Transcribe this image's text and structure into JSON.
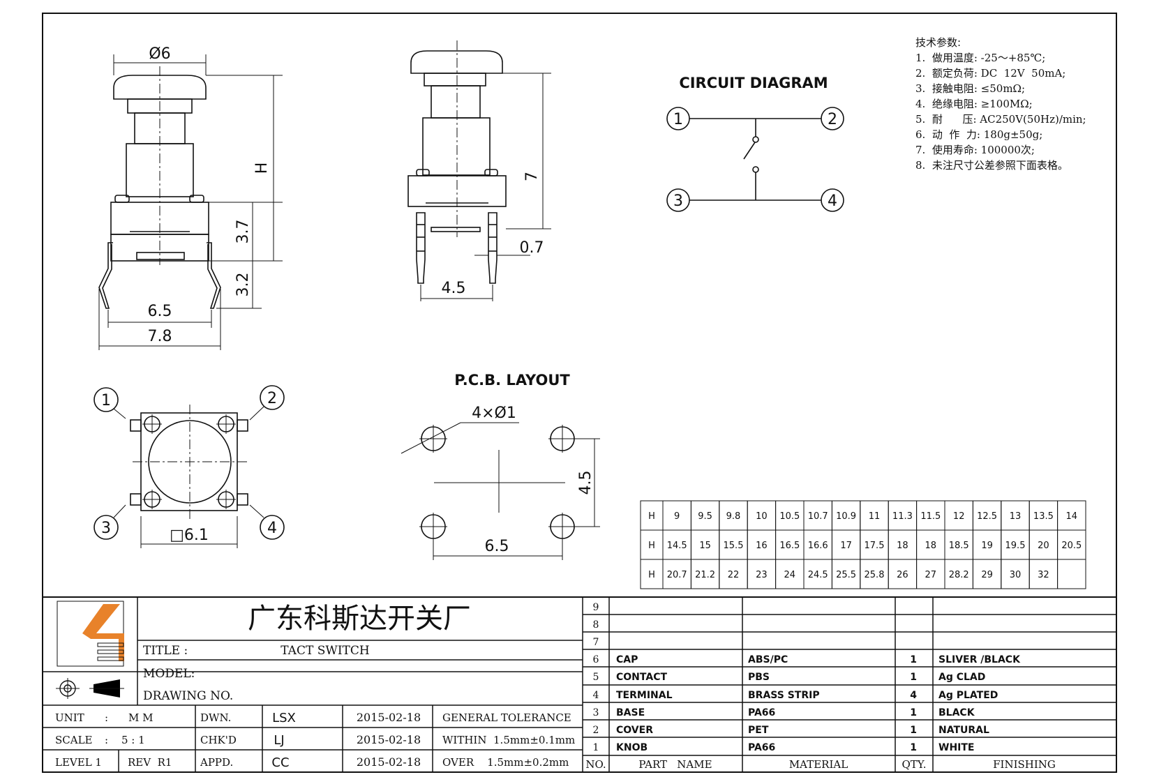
{
  "drawing": {
    "dims": {
      "cap_dia": "Ø6",
      "height": "H",
      "body_h": "3.7",
      "pin_h": "3.2",
      "pin_span_inner": "6.5",
      "pin_span_outer": "7.8",
      "side_h": "7",
      "pin_w": "0.7",
      "side_pitch": "4.5",
      "body_sq": "□6.1",
      "pcb_holes": "4×Ø1",
      "pcb_v": "4.5",
      "pcb_h": "6.5"
    },
    "pins": [
      "1",
      "2",
      "3",
      "4"
    ],
    "circuit_title": "CIRCUIT DIAGRAM",
    "pcb_title": "P.C.B. LAYOUT"
  },
  "specs": {
    "heading": "技术参数:",
    "items": [
      "1.  做用温度: -25～+85℃;",
      "2.  额定负荷: DC  12V  50mA;",
      "3.  接触电阻: ≤50mΩ;",
      "4.  绝缘电阻: ≥100MΩ;",
      "5.  耐      压: AC250V(50Hz)/min;",
      "6.  动  作  力: 180g±50g;",
      "7.  使用寿命: 100000次;",
      "8.  未注尺寸公差参照下面表格。"
    ]
  },
  "h_table": {
    "rows": [
      [
        "H",
        "9",
        "9.5",
        "9.8",
        "10",
        "10.5",
        "10.7",
        "10.9",
        "11",
        "11.3",
        "11.5",
        "12",
        "12.5",
        "13",
        "13.5",
        "14"
      ],
      [
        "H",
        "14.5",
        "15",
        "15.5",
        "16",
        "16.5",
        "16.6",
        "17",
        "17.5",
        "18",
        "18",
        "18.5",
        "19",
        "19.5",
        "20",
        "20.5"
      ],
      [
        "H",
        "20.7",
        "21.2",
        "22",
        "23",
        "24",
        "24.5",
        "25.5",
        "25.8",
        "26",
        "27",
        "28.2",
        "29",
        "30",
        "32",
        ""
      ]
    ]
  },
  "title_block": {
    "company": "广东科斯达开关厂",
    "title_label": "TITLE :",
    "title_value": "TACT SWITCH",
    "model_label": "MODEL:",
    "drawing_no_label": "DRAWING NO.",
    "unit_label": "UNIT",
    "unit_colon": ":",
    "unit_value": "M M",
    "scale_label": "SCALE",
    "scale_colon": ":",
    "scale_value": "5 : 1",
    "level_label": "LEVEL 1",
    "rev_label": "REV  R1",
    "dwn_label": "DWN.",
    "chkd_label": "CHK'D",
    "appd_label": "APPD.",
    "dwn_name": "LSX",
    "chkd_name": "LJ",
    "appd_name": "CC",
    "dwn_date": "2015-02-18",
    "chkd_date": "2015-02-18",
    "appd_date": "2015-02-18",
    "tol_title": "GENERAL TOLERANCE",
    "tol_within": "WITHIN  1.5mm±0.1mm",
    "tol_over": "OVER    1.5mm±0.2mm"
  },
  "bom": {
    "header": {
      "no": "NO.",
      "part": "PART   NAME",
      "material": "MATERIAL",
      "qty": "QTY.",
      "finishing": "FINISHING"
    },
    "rows": [
      {
        "no": "9",
        "part": "",
        "material": "",
        "qty": "",
        "finishing": ""
      },
      {
        "no": "8",
        "part": "",
        "material": "",
        "qty": "",
        "finishing": ""
      },
      {
        "no": "7",
        "part": "",
        "material": "",
        "qty": "",
        "finishing": ""
      },
      {
        "no": "6",
        "part": "CAP",
        "material": "ABS/PC",
        "qty": "1",
        "finishing": "SLIVER /BLACK"
      },
      {
        "no": "5",
        "part": "CONTACT",
        "material": "PBS",
        "qty": "1",
        "finishing": "Ag CLAD"
      },
      {
        "no": "4",
        "part": "TERMINAL",
        "material": "BRASS STRIP",
        "qty": "4",
        "finishing": "Ag PLATED"
      },
      {
        "no": "3",
        "part": "BASE",
        "material": "PA66",
        "qty": "1",
        "finishing": "BLACK"
      },
      {
        "no": "2",
        "part": "COVER",
        "material": "PET",
        "qty": "1",
        "finishing": "NATURAL"
      },
      {
        "no": "1",
        "part": "KNOB",
        "material": "PA66",
        "qty": "1",
        "finishing": "WHITE"
      }
    ]
  },
  "colors": {
    "logo_blue": "#2a3a9a",
    "logo_orange": "#e8822a"
  }
}
